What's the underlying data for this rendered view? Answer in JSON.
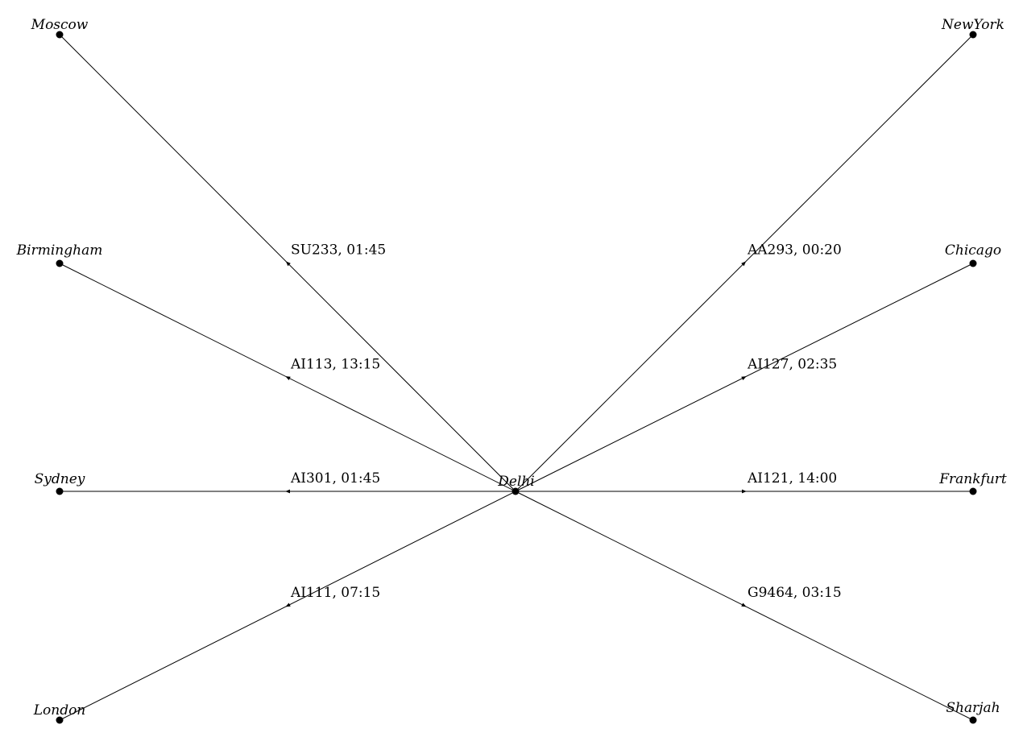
{
  "hub": "Delhi",
  "cities": [
    {
      "id": "moscow",
      "name": "Moscow"
    },
    {
      "id": "birmingham",
      "name": "Birmingham"
    },
    {
      "id": "sydney",
      "name": "Sydney"
    },
    {
      "id": "london",
      "name": "London"
    },
    {
      "id": "newyork",
      "name": "NewYork"
    },
    {
      "id": "chicago",
      "name": "Chicago"
    },
    {
      "id": "frankfurt",
      "name": "Frankfurt"
    },
    {
      "id": "sharjah",
      "name": "Sharjah"
    }
  ],
  "flights": [
    {
      "to": "moscow",
      "label": "SU233, 01:45"
    },
    {
      "to": "birmingham",
      "label": "AI113, 13:15"
    },
    {
      "to": "sydney",
      "label": "AI301, 01:45"
    },
    {
      "to": "london",
      "label": "AI111, 07:15"
    },
    {
      "to": "newyork",
      "label": "AA293, 00:20"
    },
    {
      "to": "chicago",
      "label": "AI127, 02:35"
    },
    {
      "to": "frankfurt",
      "label": "AI121, 14:00"
    },
    {
      "to": "sharjah",
      "label": "G9464, 03:15"
    }
  ]
}
